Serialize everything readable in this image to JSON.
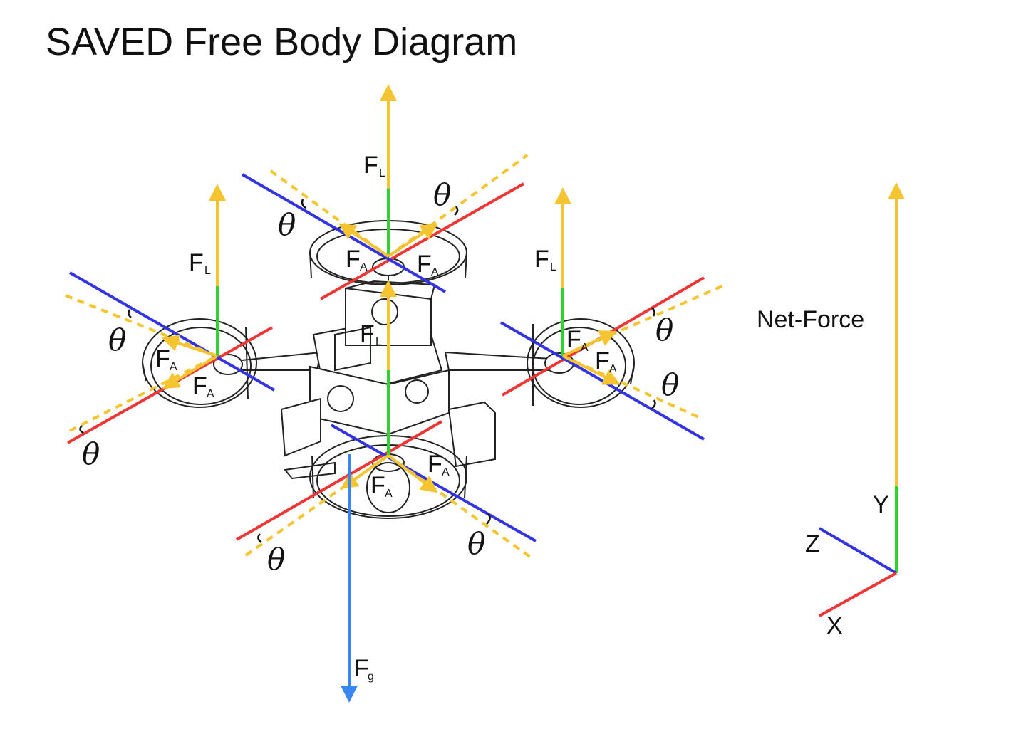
{
  "title": "SAVED Free Body Diagram",
  "labels": {
    "lift_main": "F",
    "lift_sub": "L",
    "angle_main": "F",
    "angle_sub": "A",
    "gravity_main": "F",
    "gravity_sub": "g",
    "theta": "θ"
  },
  "net_force": {
    "label": "Net-Force",
    "axes": {
      "y": "Y",
      "z": "Z",
      "x": "X"
    }
  },
  "colors": {
    "lift": "#f5c531",
    "gravity": "#3a86f0",
    "x_axis": "#f03535",
    "y_axis": "#2ed32e",
    "z_axis": "#3333e6",
    "angle_guide": "#f5c531",
    "outline": "#222222"
  }
}
